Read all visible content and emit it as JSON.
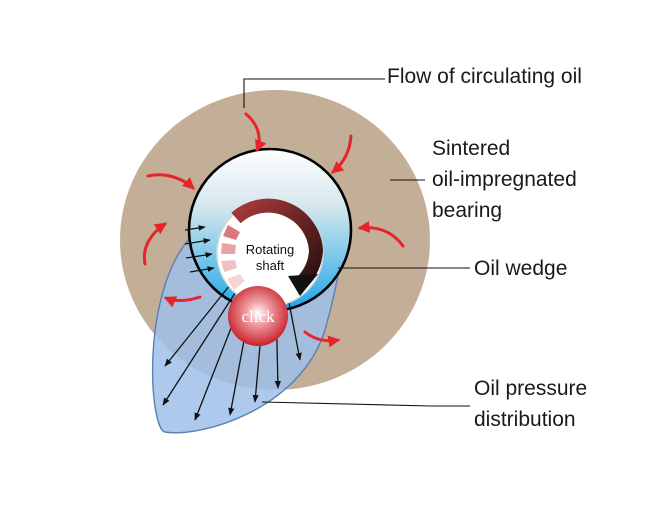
{
  "labels": {
    "flow": "Flow of circulating oil",
    "sintered": [
      "Sintered",
      "oil-impregnated",
      "bearing"
    ],
    "wedge": "Oil wedge",
    "pressure": [
      "Oil pressure",
      "distribution"
    ]
  },
  "shaft": {
    "line1": "Rotating",
    "line2": "shaft"
  },
  "click_label": "click",
  "colors": {
    "bearing": "#c3af97",
    "arrow": "#e8242b",
    "pressure_fill": "#9fbfe8",
    "oil_top": "#ffffff",
    "oil_bottom": "#1aa6e6",
    "shaft_ring": "#b23a3a"
  }
}
